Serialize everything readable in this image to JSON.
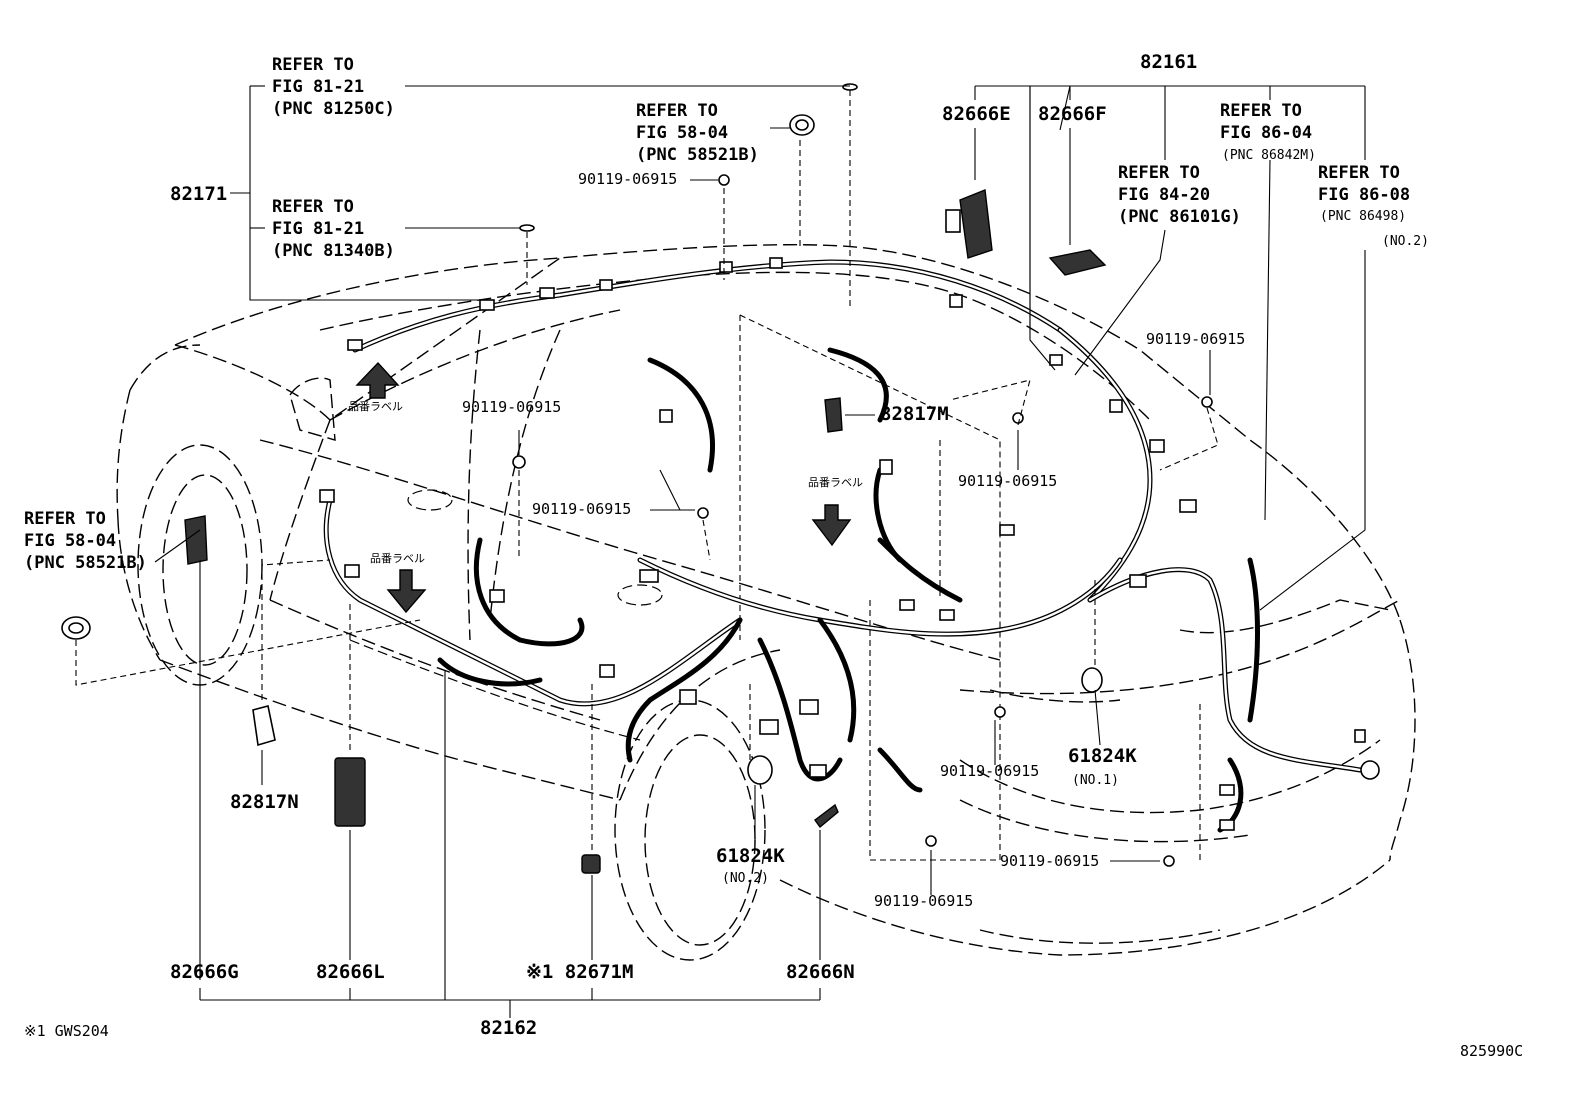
{
  "labels": {
    "refer_81_21_a": [
      "REFER TO",
      "FIG 81-21",
      "(PNC 81250C)"
    ],
    "refer_81_21_b": [
      "REFER TO",
      "FIG 81-21",
      "(PNC 81340B)"
    ],
    "p82171": "82171",
    "refer_58_04_top": [
      "REFER TO",
      "FIG 58-04",
      "(PNC 58521B)"
    ],
    "bolt_top": "90119-06915",
    "p82161": "82161",
    "p82666E": "82666E",
    "p82666F": "82666F",
    "refer_86_04": [
      "REFER TO",
      "FIG 86-04",
      "(PNC 86842M)"
    ],
    "refer_84_20": [
      "REFER TO",
      "FIG 84-20",
      "(PNC 86101G)"
    ],
    "refer_86_08": [
      "REFER TO",
      "FIG 86-08",
      "(PNC 86498)",
      "(NO.2)"
    ],
    "bolt_right_upper": "90119-06915",
    "bolt_left_mid": "90119-06915",
    "p82817M": "82817M",
    "bolt_center": "90119-06915",
    "bolt_right_mid": "90119-06915",
    "refer_58_04_left": [
      "REFER TO",
      "FIG 58-04",
      "(PNC 58521B)"
    ],
    "p82817N": "82817N",
    "bolt_lower_center": "90119-06915",
    "p61824K_no1": [
      "61824K",
      "(NO.1)"
    ],
    "p61824K_no2": [
      "61824K",
      "(NO.2)"
    ],
    "bolt_lower_right": "90119-06915",
    "bolt_bottom": "90119-06915",
    "p82666G": "82666G",
    "p82666L": "82666L",
    "p82671M": "※1 82671M",
    "p82666N": "82666N",
    "p82162": "82162",
    "label_jp_1": "品番ラベル",
    "label_jp_2": "品番ラベル",
    "label_jp_3": "品番ラベル",
    "footnote": "※1 GWS204",
    "figure_code": "825990C"
  }
}
